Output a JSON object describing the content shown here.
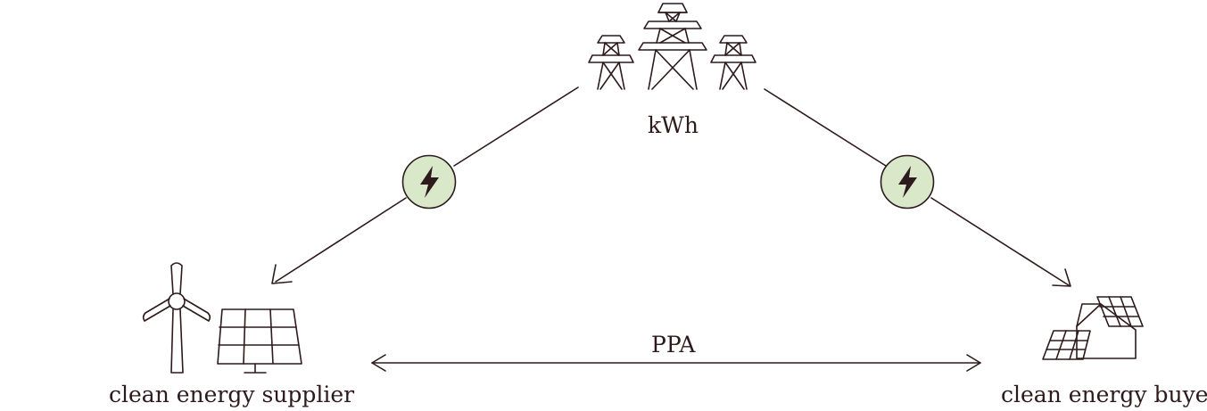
{
  "labels": {
    "grid": "kWh",
    "agreement": "PPA",
    "supplier": "clean energy supplier",
    "buyer": "clean energy buyer"
  },
  "icons": {
    "grid": "transmission-towers-icon",
    "supplier_wind": "wind-turbine-icon",
    "supplier_solar": "solar-panel-icon",
    "buyer": "house-with-solar-panels-icon",
    "flow_badge": "lightning-bolt-icon"
  },
  "colors": {
    "ink": "#2d1a1d",
    "badge_fill": "#d8e8c8",
    "badge_stroke": "#2d1a1d",
    "background": "#ffffff"
  }
}
